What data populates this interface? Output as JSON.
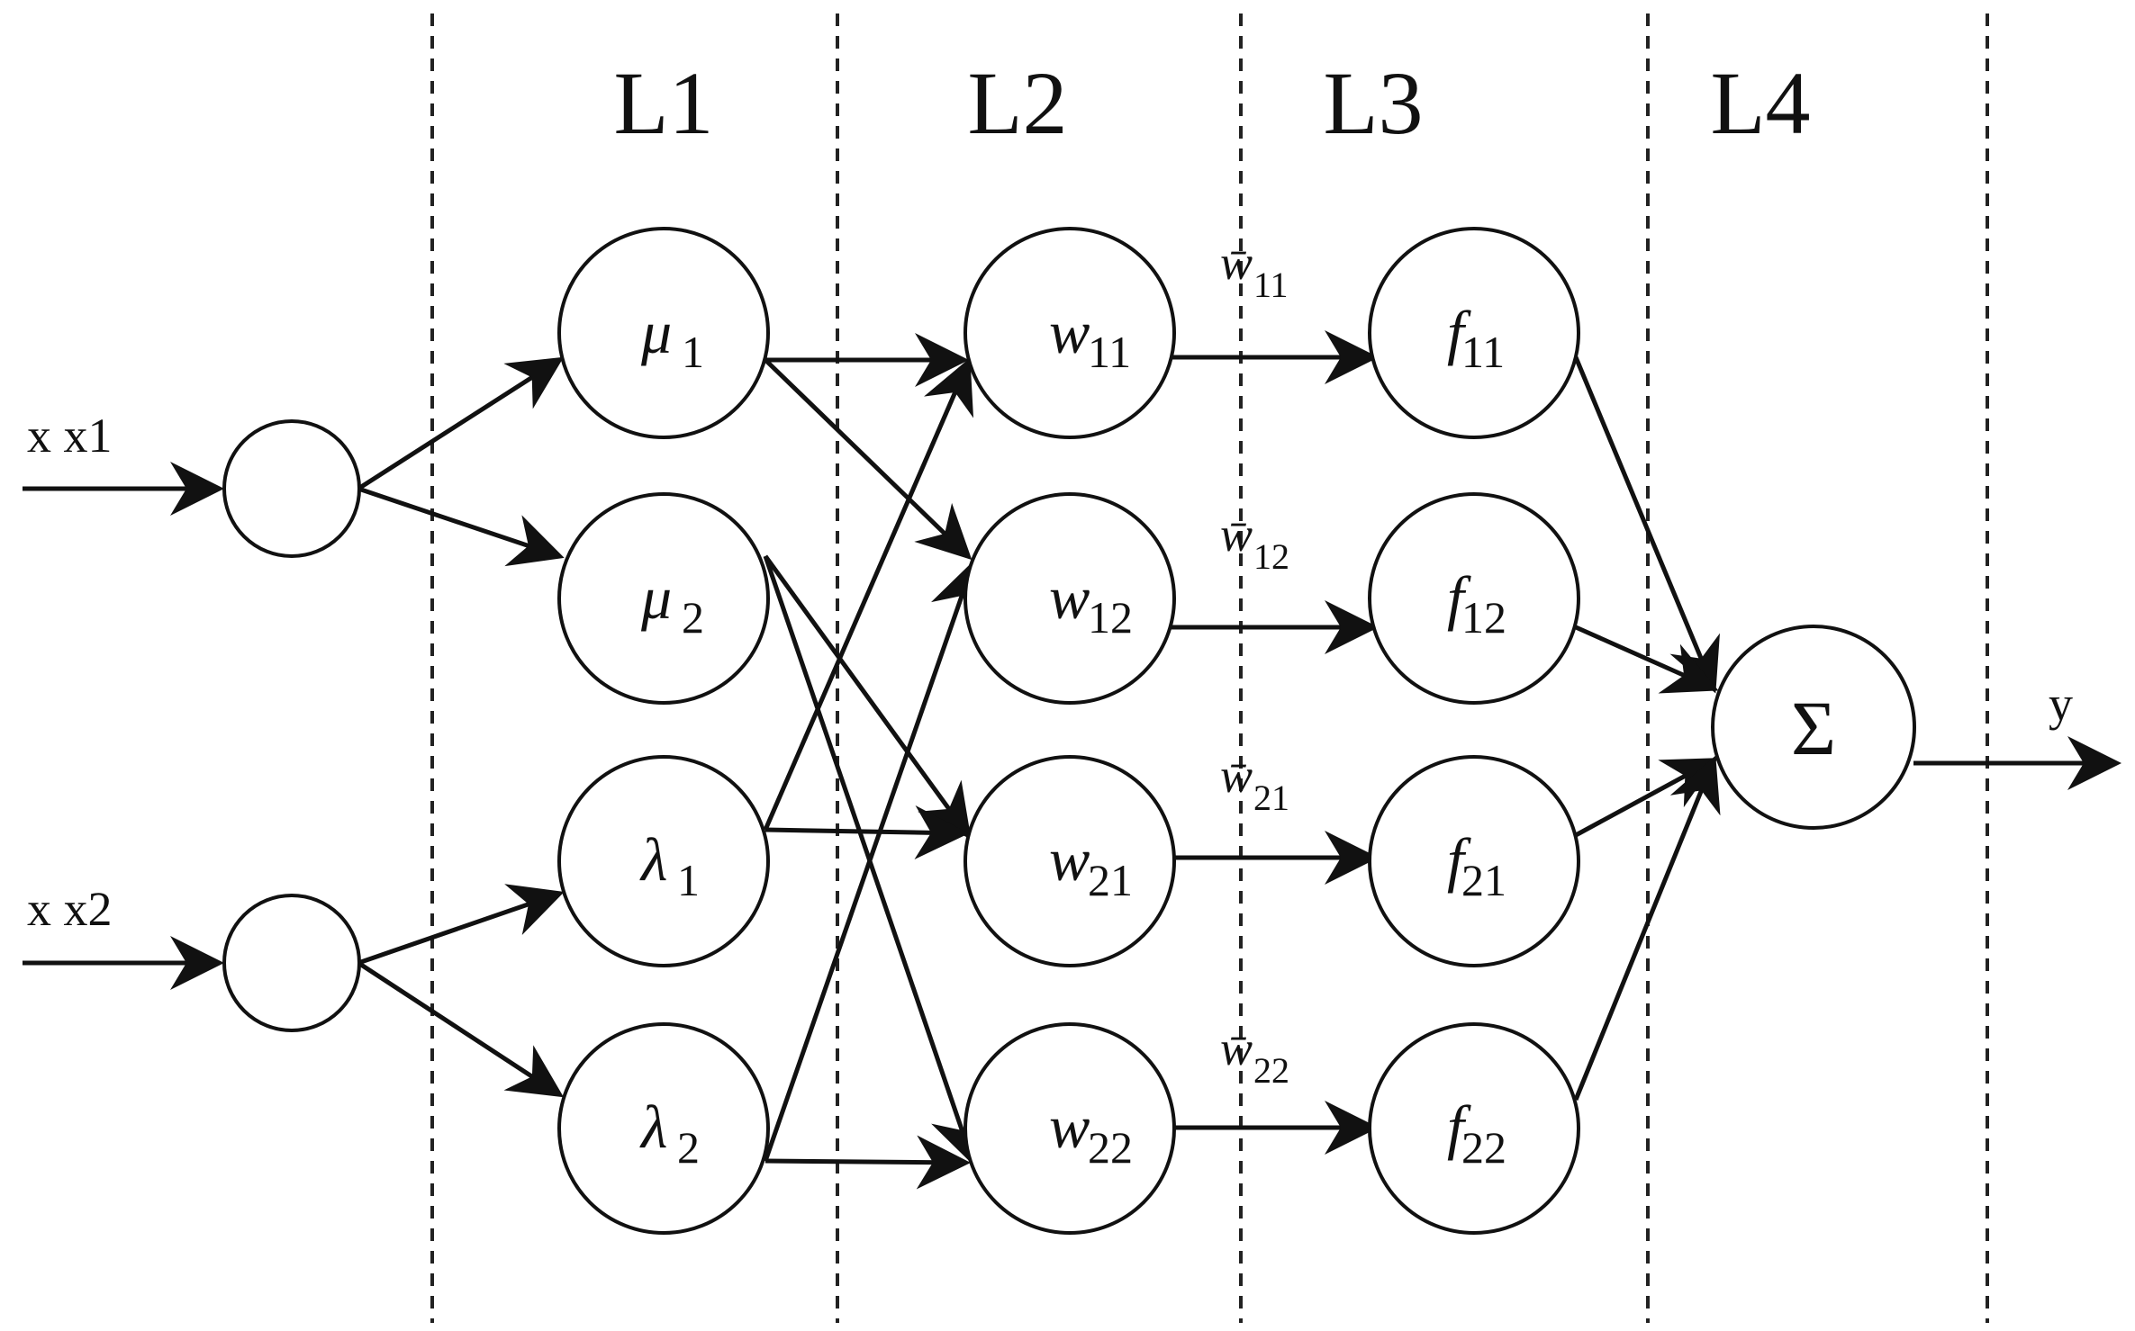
{
  "layers": [
    "L1",
    "L2",
    "L3",
    "L4"
  ],
  "inputs": [
    {
      "label": "x x1"
    },
    {
      "label": "x x2"
    }
  ],
  "membership_nodes": [
    {
      "symbol": "μ",
      "sub": "1"
    },
    {
      "symbol": "μ",
      "sub": "2"
    },
    {
      "symbol": "λ",
      "sub": "1"
    },
    {
      "symbol": "λ",
      "sub": "2"
    }
  ],
  "rule_nodes": [
    {
      "symbol": "w",
      "sub": "11"
    },
    {
      "symbol": "w",
      "sub": "12"
    },
    {
      "symbol": "w",
      "sub": "21"
    },
    {
      "symbol": "w",
      "sub": "22"
    }
  ],
  "normalized_weights": [
    {
      "symbol": "w̄",
      "sub": "11"
    },
    {
      "symbol": "w̄",
      "sub": "12"
    },
    {
      "symbol": "w̄",
      "sub": "21"
    },
    {
      "symbol": "w̄",
      "sub": "22"
    }
  ],
  "function_nodes": [
    {
      "symbol": "f",
      "sub": "11"
    },
    {
      "symbol": "f",
      "sub": "12"
    },
    {
      "symbol": "f",
      "sub": "21"
    },
    {
      "symbol": "f",
      "sub": "22"
    }
  ],
  "sum_node": {
    "symbol": "Σ"
  },
  "output": {
    "label": "y"
  }
}
